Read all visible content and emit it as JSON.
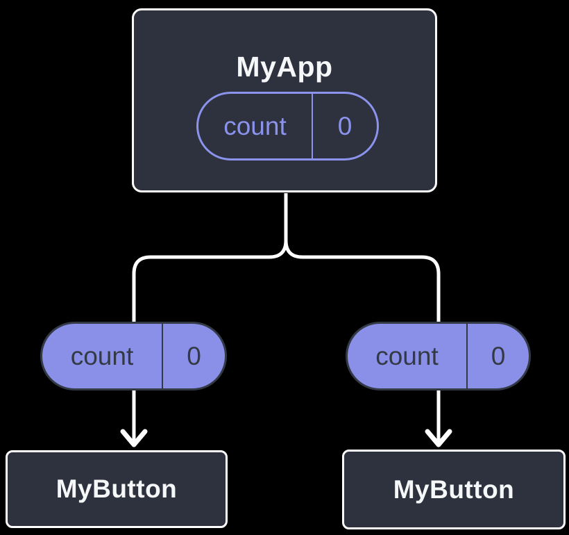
{
  "colors": {
    "background": "#000000",
    "component_box_fill": "#2D323E",
    "component_box_border": "#FFFFFF",
    "component_text": "#F6F7F9",
    "state_pill_outline": "#8B93EC",
    "prop_pill_fill": "#8A90E8",
    "prop_pill_border": "#333A46",
    "connector_line": "#FFFFFF"
  },
  "tree": {
    "root": {
      "label": "MyApp",
      "state": {
        "name": "count",
        "value": "0"
      }
    },
    "children": [
      {
        "label": "MyButton",
        "prop": {
          "name": "count",
          "value": "0"
        }
      },
      {
        "label": "MyButton",
        "prop": {
          "name": "count",
          "value": "0"
        }
      }
    ]
  }
}
